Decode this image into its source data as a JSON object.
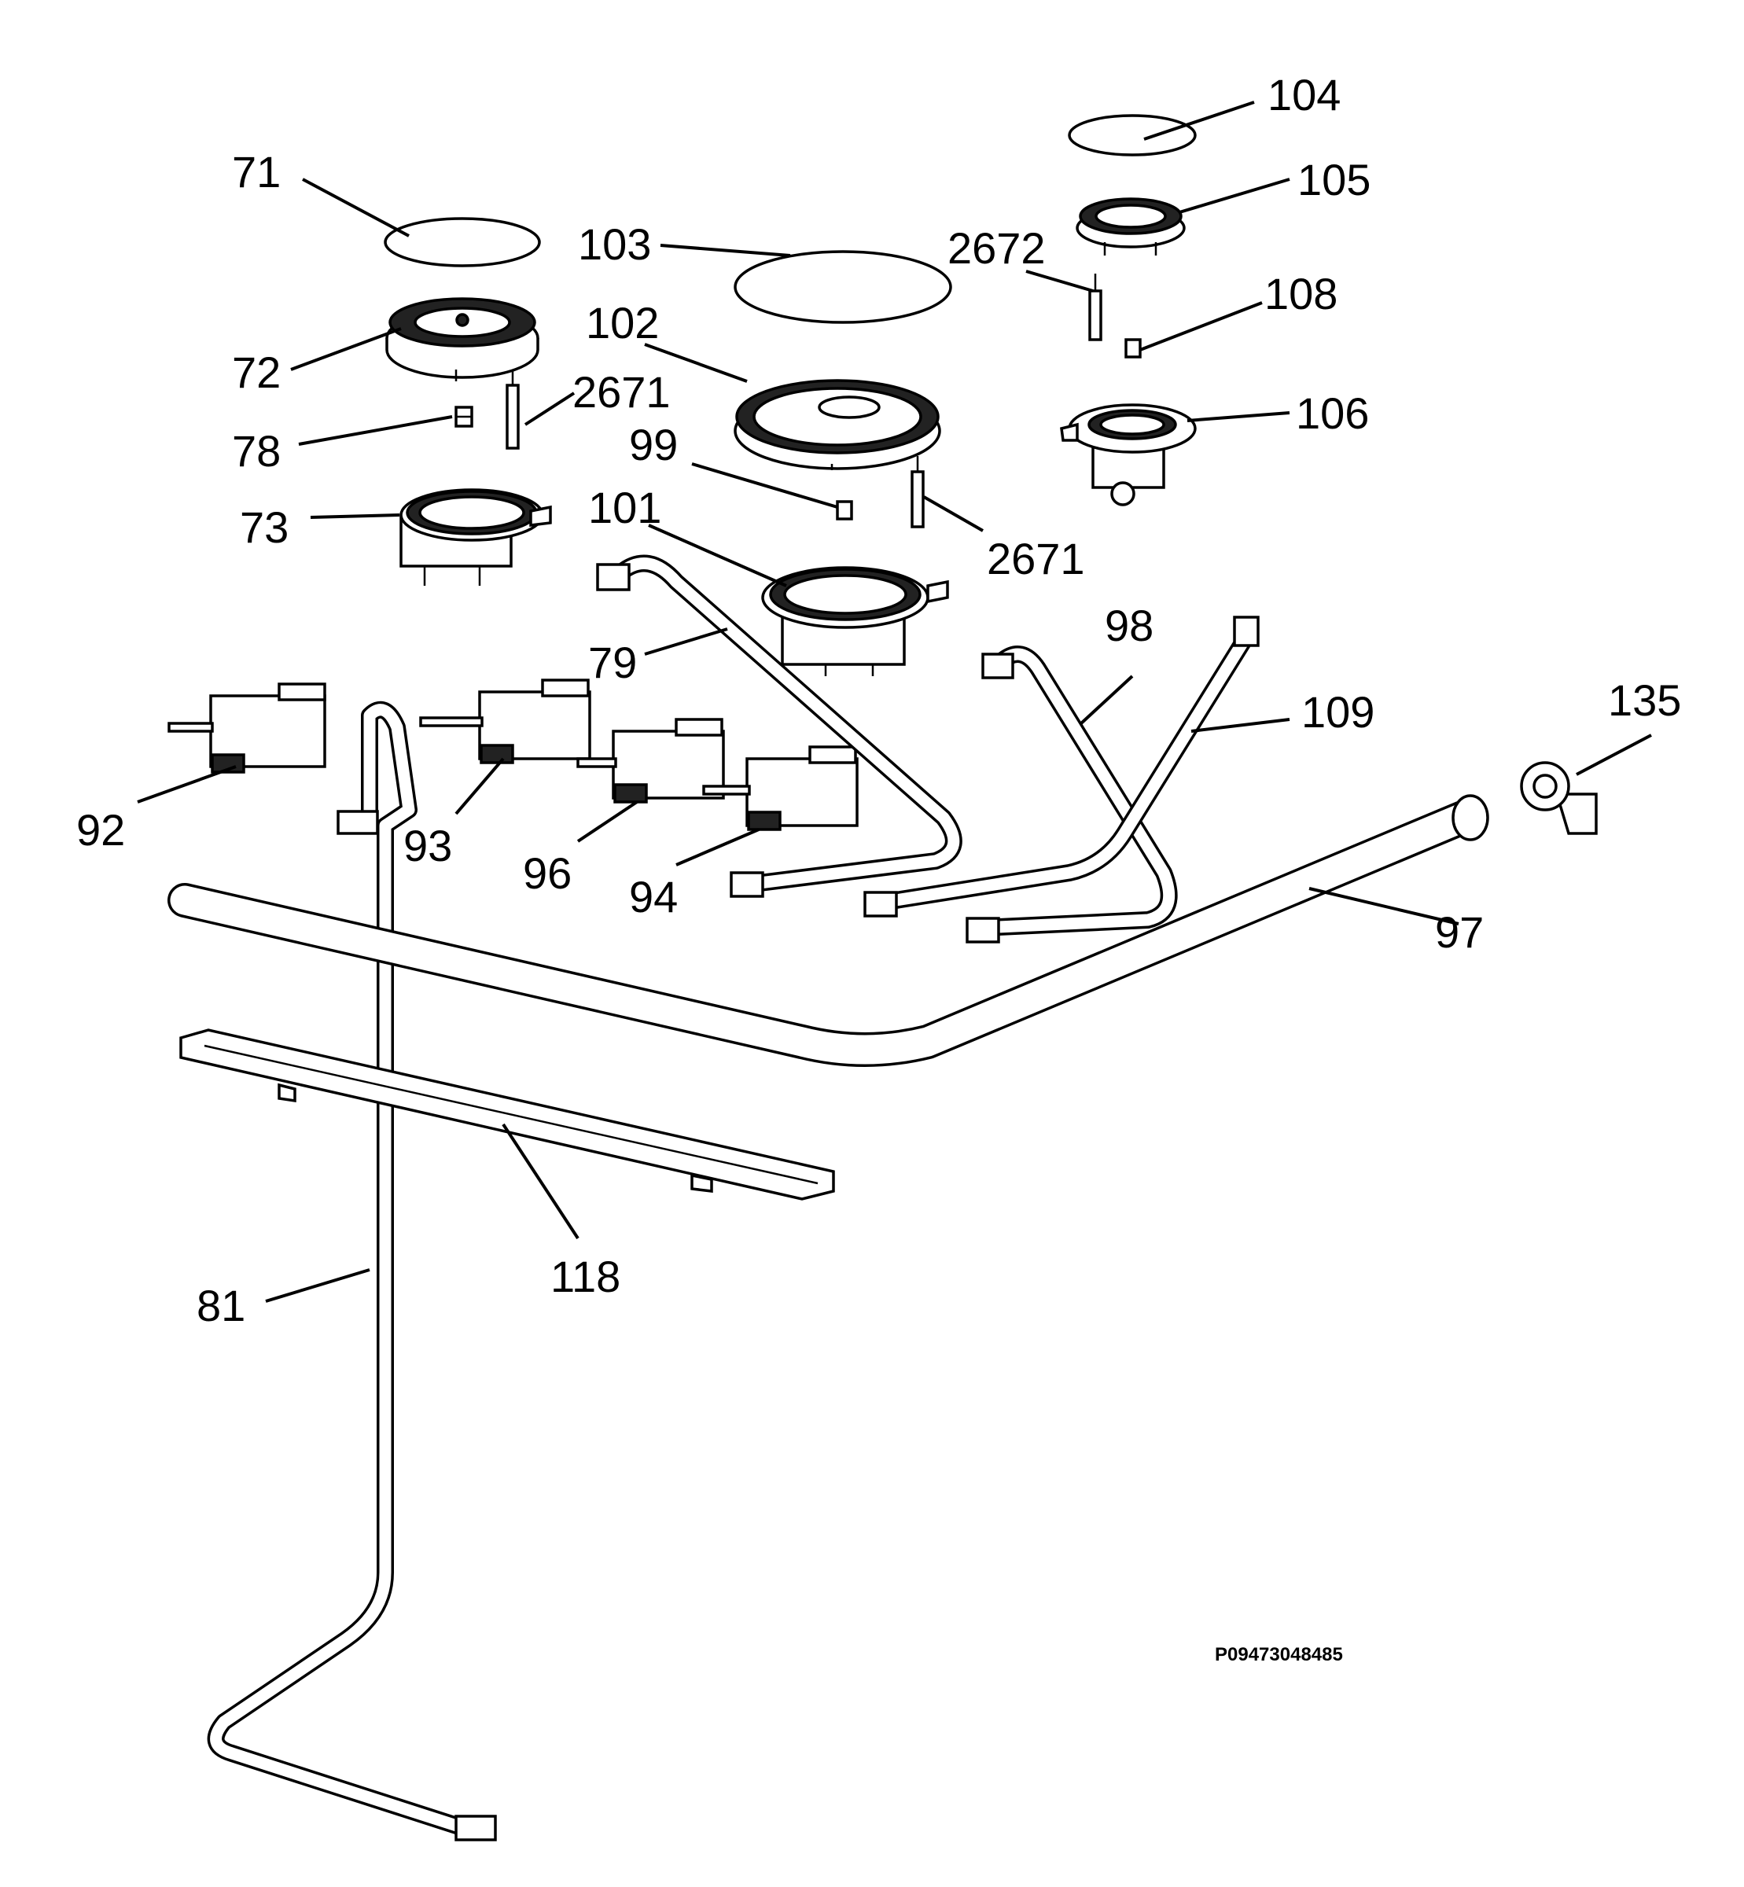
{
  "diagram": {
    "drawing_code": "P09473048485",
    "labels": {
      "l71": "71",
      "l72": "72",
      "l73": "73",
      "l78": "78",
      "l79": "79",
      "l81": "81",
      "l92": "92",
      "l93": "93",
      "l94": "94",
      "l96": "96",
      "l97": "97",
      "l98": "98",
      "l99": "99",
      "l101": "101",
      "l102": "102",
      "l103": "103",
      "l104": "104",
      "l105": "105",
      "l106": "106",
      "l108": "108",
      "l109": "109",
      "l118": "118",
      "l135": "135",
      "l2671a": "2671",
      "l2671b": "2671",
      "l2672": "2672"
    }
  }
}
